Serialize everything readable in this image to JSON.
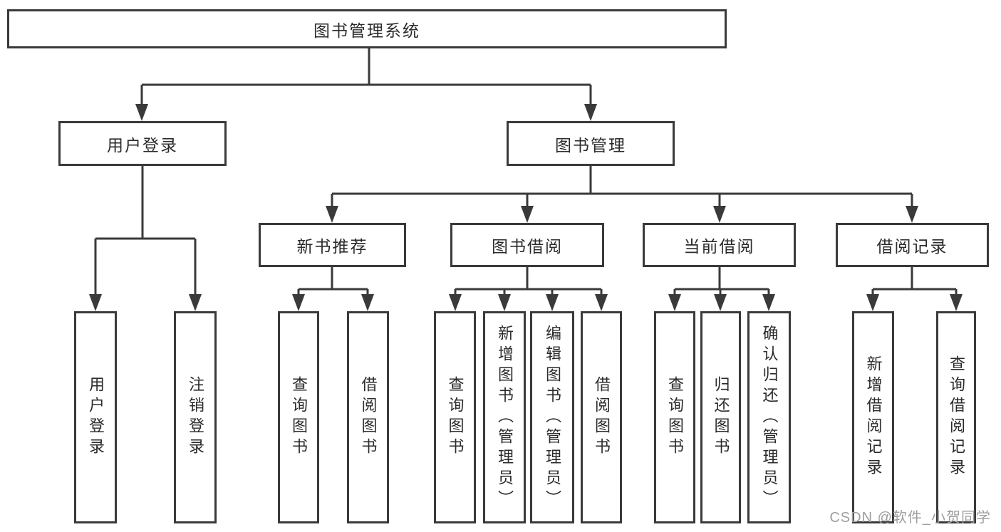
{
  "diagram": {
    "root": {
      "label": "图书管理系统"
    },
    "branches": [
      {
        "label": "用户登录"
      },
      {
        "label": "图书管理"
      }
    ],
    "modules": [
      {
        "label": "新书推荐"
      },
      {
        "label": "图书借阅"
      },
      {
        "label": "当前借阅"
      },
      {
        "label": "借阅记录"
      }
    ],
    "leaves": [
      {
        "label": "用户登录"
      },
      {
        "label": "注销登录"
      },
      {
        "label": "查询图书"
      },
      {
        "label": "借阅图书"
      },
      {
        "label": "查询图书"
      },
      {
        "label": "新增图书（管理员）"
      },
      {
        "label": "编辑图书（管理员）"
      },
      {
        "label": "借阅图书"
      },
      {
        "label": "查询图书"
      },
      {
        "label": "归还图书"
      },
      {
        "label": "确认归还（管理员）"
      },
      {
        "label": "新增借阅记录"
      },
      {
        "label": "查询借阅记录"
      }
    ]
  },
  "watermark": {
    "text": "CSDN @软件_小贺同学"
  },
  "colors": {
    "line": "#3a3a3a",
    "text": "#2b2b2b",
    "background": "#ffffff",
    "watermark": "#9e9e9e"
  }
}
